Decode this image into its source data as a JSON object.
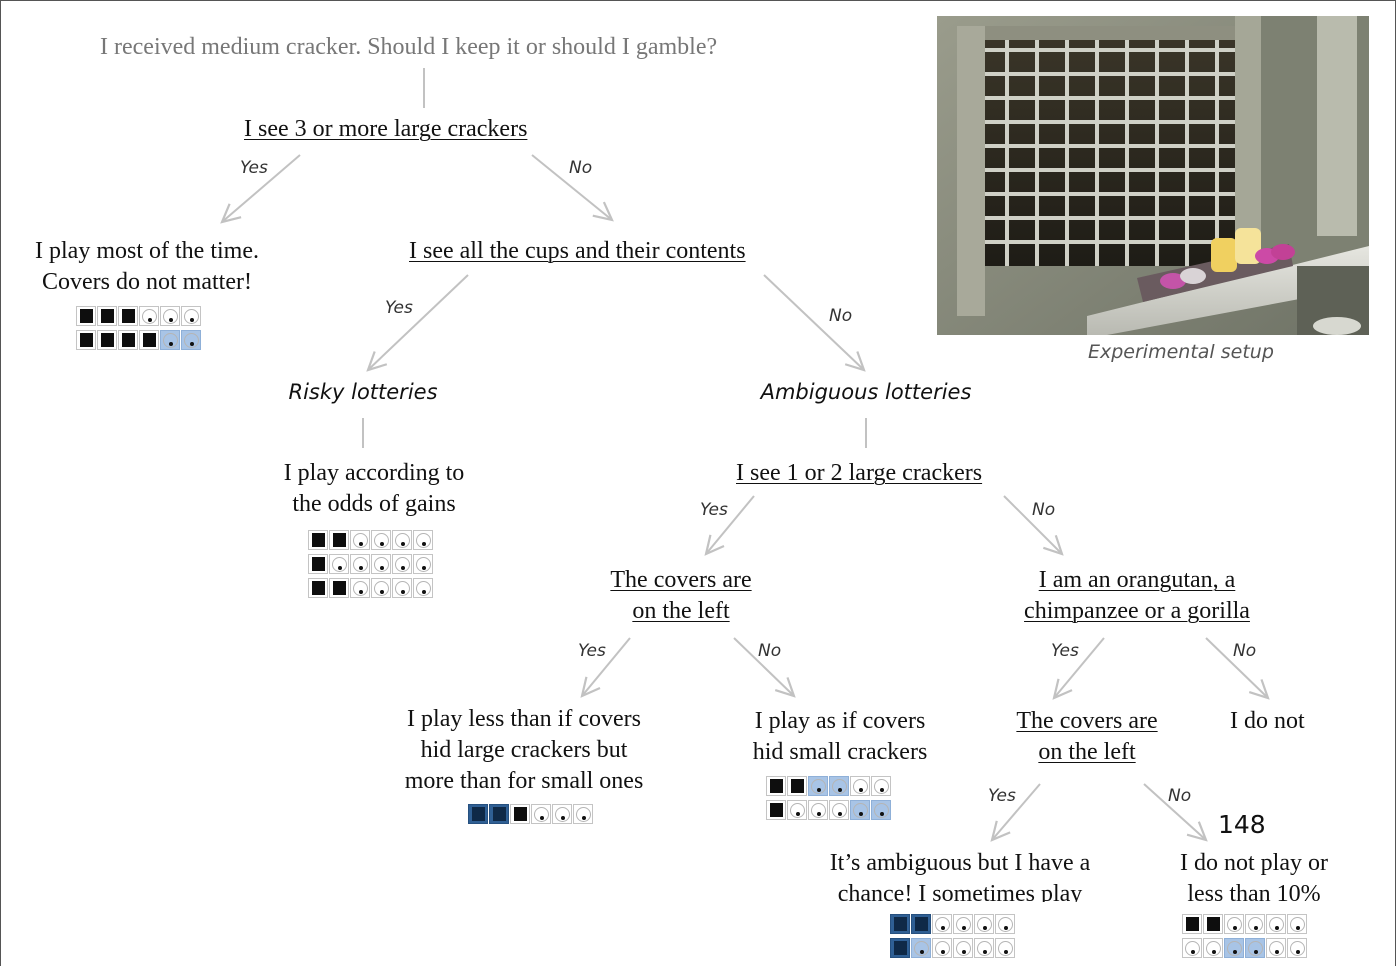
{
  "diagram": {
    "question": "I received medium cracker. Should I keep it or should I gamble?",
    "node_large3": "I see 3 or more large crackers",
    "yes": "Yes",
    "no": "No",
    "play_most_line1": "I play most of the time.",
    "play_most_line2": "Covers do not matter!",
    "see_cups": "I see all the cups and their contents",
    "risky": "Risky lotteries",
    "ambiguous": "Ambiguous lotteries",
    "odds_line1": "I play according to",
    "odds_line2": "the odds of gains",
    "large12": "I see 1 or 2 large crackers",
    "covers_left_line1": "The covers are",
    "covers_left_line2": "on the left",
    "ape_line1": "I am an orangutan, a",
    "ape_line2": "chimpanzee or a gorilla",
    "less_line1": "I play less than if covers",
    "less_line2": "hid large crackers but",
    "less_line3": "more than for small ones",
    "asif_line1": "I play as if covers",
    "asif_line2": "hid small crackers",
    "donot": "I do not",
    "ambig_line1": "It’s ambiguous but I have a",
    "ambig_line2": "chance!  I sometimes play",
    "notplay_line1": "I do not play or",
    "notplay_line2": "less than 10%",
    "page_number": "148"
  },
  "photo": {
    "caption": "Experimental setup"
  },
  "icon_rows": {
    "play_most": [
      [
        "black",
        "black",
        "black",
        "cup",
        "cup",
        "cup"
      ],
      [
        "black",
        "black",
        "black",
        "black",
        "lightblue",
        "lightblue"
      ]
    ],
    "odds": [
      [
        "black",
        "black",
        "cup",
        "cup",
        "cup",
        "cup"
      ],
      [
        "black",
        "cup",
        "cup",
        "cup",
        "cup",
        "cup"
      ],
      [
        "black",
        "black",
        "cup",
        "cup",
        "cup",
        "cup"
      ]
    ],
    "less": [
      [
        "darkblue",
        "darkblue",
        "black",
        "cup",
        "cup",
        "cup"
      ]
    ],
    "asif": [
      [
        "black",
        "black",
        "lightblue",
        "lightblue",
        "cup",
        "cup"
      ],
      [
        "black",
        "cup",
        "cup",
        "cup",
        "lightblue",
        "lightblue"
      ]
    ],
    "ambig": [
      [
        "darkblue",
        "darkblue",
        "cup",
        "cup",
        "cup",
        "cup"
      ],
      [
        "darkblue",
        "lightblue",
        "cup",
        "cup",
        "cup",
        "cup"
      ]
    ],
    "notplay": [
      [
        "black",
        "black",
        "cup",
        "cup",
        "cup",
        "cup"
      ],
      [
        "cup",
        "cup",
        "lightblue",
        "lightblue",
        "cup",
        "cup"
      ]
    ]
  },
  "colors": {
    "arrow": "#c2c2c2",
    "light_blue": "#a8c4e6",
    "dark_blue": "#2f5f94",
    "black": "#0e0e0e"
  }
}
